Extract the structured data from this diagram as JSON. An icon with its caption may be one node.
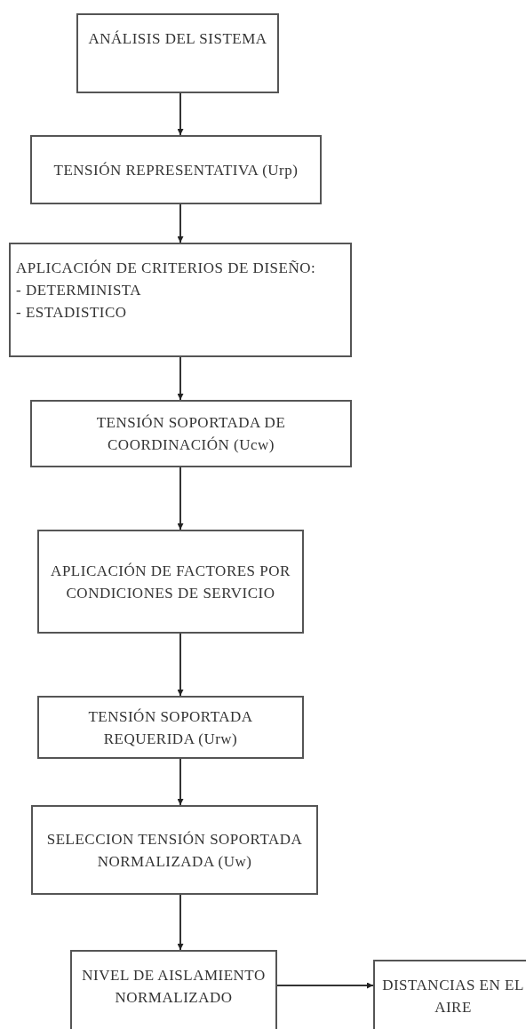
{
  "diagram": {
    "nodes": [
      {
        "text": [
          "ANÁLISIS DEL SISTEMA"
        ]
      },
      {
        "text": [
          "TENSIÓN REPRESENTATIVA (Urp)"
        ]
      },
      {
        "text": [
          "APLICACIÓN DE CRITERIOS DE DISEÑO:",
          "- DETERMINISTA",
          "- ESTADISTICO"
        ]
      },
      {
        "text": [
          "TENSIÓN SOPORTADA DE COORDINACIÓN (Ucw)"
        ]
      },
      {
        "text": [
          "APLICACIÓN DE FACTORES POR CONDICIONES DE SERVICIO"
        ]
      },
      {
        "text": [
          "TENSIÓN SOPORTADA REQUERIDA (Urw)"
        ]
      },
      {
        "text": [
          "SELECCION TENSIÓN SOPORTADA NORMALIZADA (Uw)"
        ]
      },
      {
        "text": [
          "NIVEL DE AISLAMIENTO NORMALIZADO"
        ]
      },
      {
        "text": [
          "DISTANCIAS EN EL AIRE"
        ]
      }
    ],
    "edges": [
      {
        "from": 0,
        "to": 1,
        "arrow": "to"
      },
      {
        "from": 1,
        "to": 2,
        "arrow": "to"
      },
      {
        "from": 2,
        "to": 3,
        "arrow": "to"
      },
      {
        "from": 3,
        "to": 4,
        "arrow": "to"
      },
      {
        "from": 4,
        "to": 5,
        "arrow": "to"
      },
      {
        "from": 5,
        "to": 6,
        "arrow": "to"
      },
      {
        "from": 6,
        "to": 7,
        "arrow": "to"
      },
      {
        "from": 7,
        "to": 8,
        "arrow": "to"
      }
    ]
  }
}
